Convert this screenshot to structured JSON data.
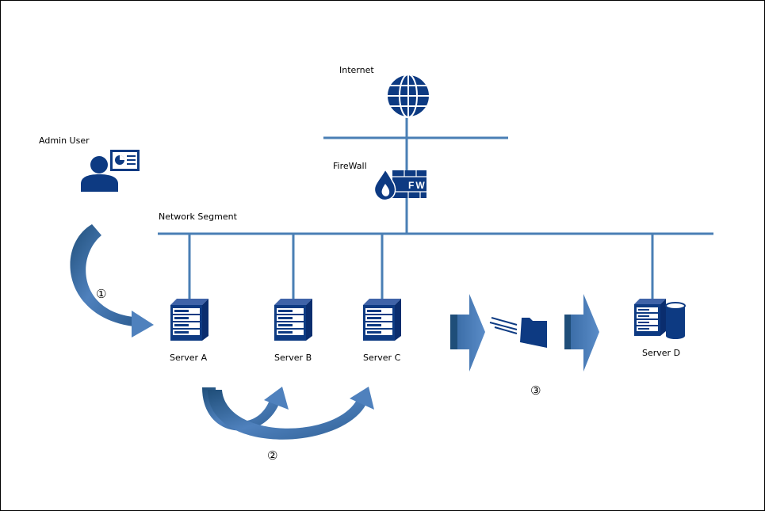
{
  "colors": {
    "line": "#4a7fb5",
    "icon": "#0d3a82",
    "arrow": "#4f81bd",
    "arrow_dark": "#1f4e79"
  },
  "labels": {
    "internet": "Internet",
    "firewall": "FireWall",
    "firewall_badge": "FW",
    "admin_user": "Admin User",
    "network_segment": "Network Segment",
    "server_a": "Server A",
    "server_b": "Server B",
    "server_c": "Server C",
    "server_d": "Server D"
  },
  "steps": {
    "step1": "①",
    "step2": "②",
    "step3": "③"
  },
  "icons": {
    "internet": "globe-icon",
    "firewall": "firewall-icon",
    "admin": "admin-user-icon",
    "server": "server-rack-icon",
    "database": "database-icon",
    "file": "file-transfer-icon"
  }
}
